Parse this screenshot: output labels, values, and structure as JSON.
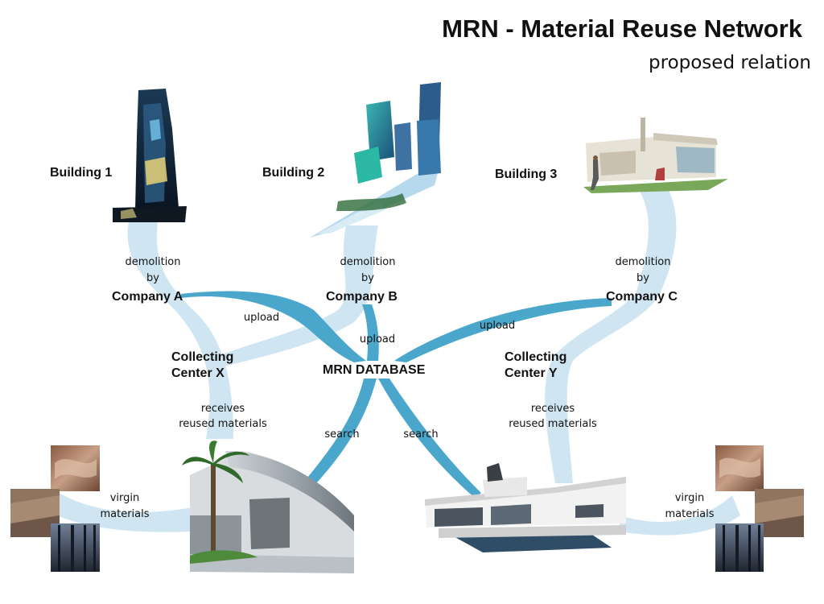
{
  "header": {
    "title": "MRN - Material Reuse Network",
    "subtitle": "proposed relation"
  },
  "nodes": {
    "building_1": "Building 1",
    "building_2": "Building 2",
    "building_3": "Building 3",
    "company_a": "Company A",
    "company_b": "Company B",
    "company_c": "Company C",
    "collecting_x_line1": "Collecting",
    "collecting_x_line2": "Center X",
    "collecting_y_line1": "Collecting",
    "collecting_y_line2": "Center Y",
    "database": "MRN DATABASE"
  },
  "edges": {
    "demolition": "demolition",
    "by": "by",
    "upload": "upload",
    "search": "search",
    "receives": "receives",
    "reused_materials": "reused materials",
    "virgin": "virgin",
    "materials": "materials"
  },
  "colors": {
    "flow_light": "#cfe6f2",
    "flow_dark": "#4aa6cb",
    "text": "#111111"
  }
}
